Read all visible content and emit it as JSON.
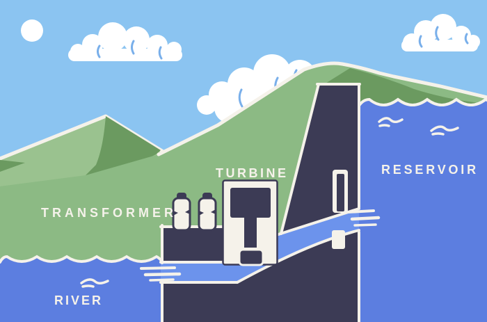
{
  "diagram": {
    "title": "Hydroelectric dam cross-section illustration",
    "labels": {
      "transformer": "TRANSFORMER",
      "turbine": "TURBINE",
      "reservoir": "RESERVOIR",
      "river": "RIVER"
    },
    "elements": [
      "sun",
      "clouds",
      "mountains",
      "reservoir-water",
      "dam-wall",
      "intake-gate",
      "penstock",
      "turbine-housing",
      "generator",
      "turbine-shaft",
      "turbine-runner",
      "transformer-station",
      "transformer-bushings",
      "tailrace-channel",
      "river-water"
    ],
    "palette": {
      "sky": "#8BC4F1",
      "cloud_white": "#FFFFFF",
      "outline_white": "#F5F2EA",
      "cloud_detail_blue": "#79AFEA",
      "mountain_light": "#9AC28F",
      "mountain_mid": "#8CBA84",
      "mountain_shadow": "#6B9A60",
      "water_blue": "#5C7EE0",
      "penstock_blue": "#6C93EC",
      "structure_navy": "#3C3B55"
    }
  }
}
